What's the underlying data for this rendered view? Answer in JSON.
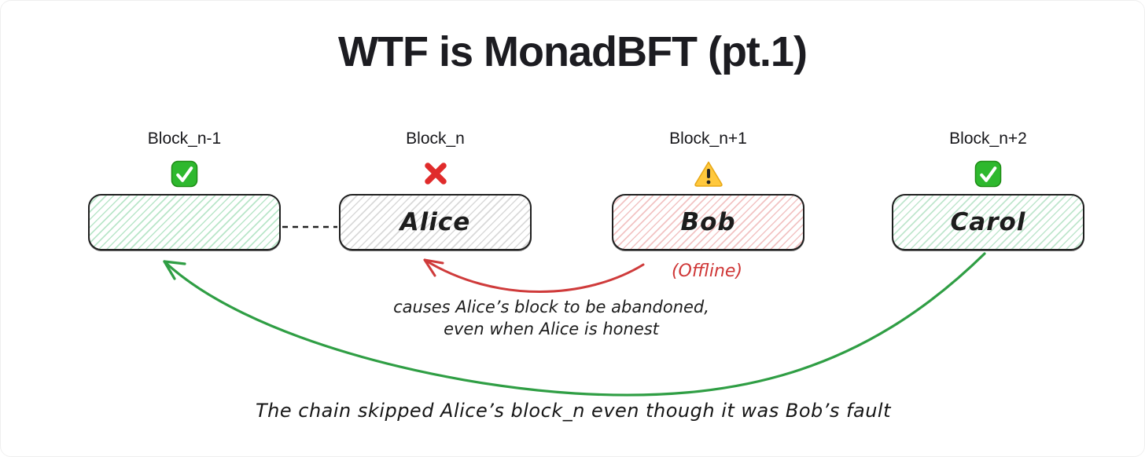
{
  "title": "WTF is MonadBFT (pt.1)",
  "colors": {
    "red_arrow": "#cf3b3b",
    "green_arrow": "#2f9e44",
    "connector_black": "#222222",
    "check_green": "#2eb82e",
    "cross_red": "#e02b2b",
    "warning_yellow": "#ffc83d",
    "title_text": "#1c1c21",
    "hatch_green": "#b9e6c9",
    "hatch_gray": "#d9d9d9",
    "hatch_red": "#f2c3c3"
  },
  "blocks": [
    {
      "label": "Block_n-1",
      "status_icon": "check",
      "name": "",
      "hatch_color": "#b9e6c9"
    },
    {
      "label": "Block_n",
      "status_icon": "cross",
      "name": "Alice",
      "hatch_color": "#d9d9d9"
    },
    {
      "label": "Block_n+1",
      "status_icon": "warning",
      "name": "Bob",
      "hatch_color": "#f2c3c3",
      "sub_label": "(Offline)"
    },
    {
      "label": "Block_n+2",
      "status_icon": "check",
      "name": "Carol",
      "hatch_color": "#bfe6cd"
    }
  ],
  "annotations": {
    "abandoned_line1": "causes Alice’s block to be abandoned,",
    "abandoned_line2": "even when Alice is honest",
    "bottom": "The chain skipped Alice’s block_n even though it was Bob’s fault"
  }
}
